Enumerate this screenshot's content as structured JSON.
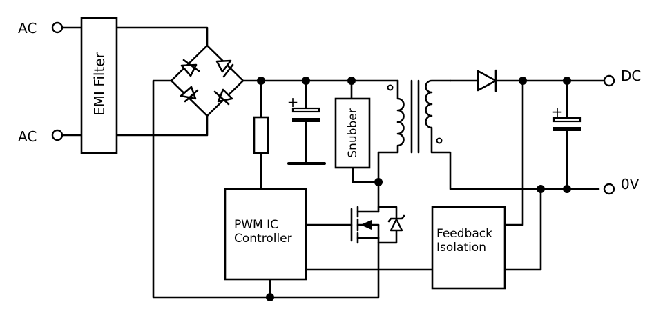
{
  "terminals": {
    "ac_top": "AC",
    "ac_bottom": "AC",
    "dc_out": "DC",
    "zero_v": "0V"
  },
  "blocks": {
    "emi_filter": "EMI Filter",
    "snubber": "Snubber",
    "pwm_line1": "PWM IC",
    "pwm_line2": "Controller",
    "feedback_line1": "Feedback",
    "feedback_line2": "Isolation"
  },
  "polarity": {
    "input_cap_plus": "+",
    "output_cap_plus": "+"
  }
}
